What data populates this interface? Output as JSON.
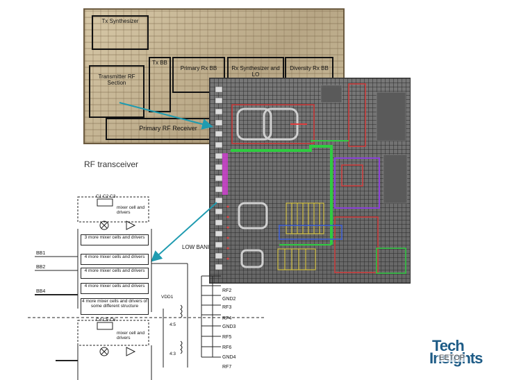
{
  "die": {
    "blocks": [
      {
        "label": "Tx Synthesizer"
      },
      {
        "label": "Tx BB"
      },
      {
        "label": "Primary Rx BB"
      },
      {
        "label": "Rx Synthesizer and LO"
      },
      {
        "label": "Diversity Rx BB"
      },
      {
        "label": "Transmitter RF Section"
      },
      {
        "label": "Primary RF Receiver"
      }
    ]
  },
  "caption": "RF transceiver",
  "schematic": {
    "low_band_label": "LOW BANI",
    "vdd_label": "VDD1",
    "mixer_top_label": "mixer cell and drivers",
    "mixer_bottom_label": "mixer cell and drivers",
    "boxes": [
      "3 more mixer cells and drivers",
      "4 more mixer cells and drivers",
      "4 more mixer cells and drivers",
      "4 more mixer cells and drivers",
      "4 more mixer cells and drivers of some different structure"
    ],
    "bb_labels": [
      "BB1",
      "BB2",
      "BB4"
    ],
    "rf_labels": [
      "RF2",
      "GND2",
      "RF3",
      "RF4",
      "GND3",
      "RF5",
      "RF6",
      "GND4",
      "RF7"
    ],
    "cap_labels": [
      "C1",
      "C2",
      "C3",
      "C4",
      "C5",
      "C6"
    ],
    "ratio_labels": [
      "4:5",
      "4:3"
    ]
  },
  "logo": {
    "line1": "Tech",
    "line2": "Insights"
  },
  "watermark": "EETOP",
  "colors": {
    "arrow": "#1f9bb0",
    "logo": "#1d5b86"
  }
}
